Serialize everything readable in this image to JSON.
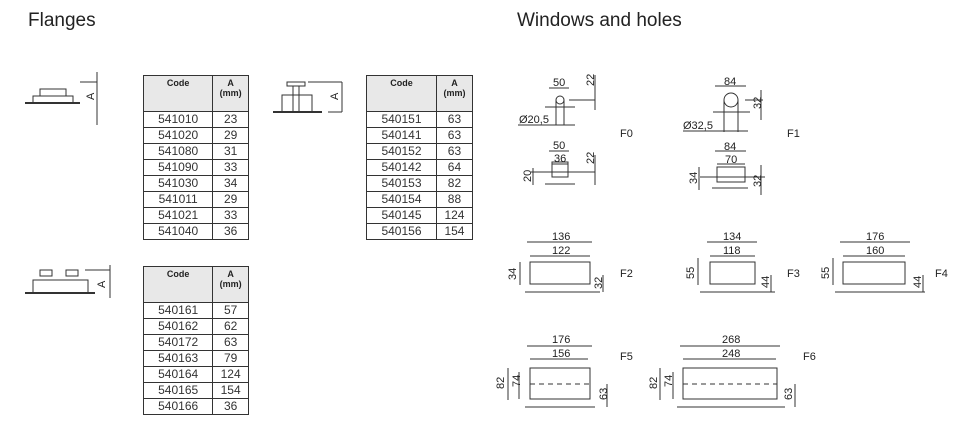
{
  "headings": {
    "flanges": "Flanges",
    "windows": "Windows and holes"
  },
  "columns": {
    "code": "Code",
    "a": "A",
    "mm": "(mm)"
  },
  "dim_letter": "A",
  "tables": [
    {
      "rows": [
        [
          "541010",
          "23"
        ],
        [
          "541020",
          "29"
        ],
        [
          "541080",
          "31"
        ],
        [
          "541090",
          "33"
        ],
        [
          "541030",
          "34"
        ],
        [
          "541011",
          "29"
        ],
        [
          "541021",
          "33"
        ],
        [
          "541040",
          "36"
        ]
      ]
    },
    {
      "rows": [
        [
          "540151",
          "63"
        ],
        [
          "540141",
          "63"
        ],
        [
          "540152",
          "63"
        ],
        [
          "540142",
          "64"
        ],
        [
          "540153",
          "82"
        ],
        [
          "540154",
          "88"
        ],
        [
          "540145",
          "124"
        ],
        [
          "540156",
          "154"
        ]
      ]
    },
    {
      "rows": [
        [
          "540161",
          "57"
        ],
        [
          "540162",
          "62"
        ],
        [
          "540172",
          "63"
        ],
        [
          "540163",
          "79"
        ],
        [
          "540164",
          "124"
        ],
        [
          "540165",
          "154"
        ],
        [
          "540166",
          "36"
        ]
      ]
    }
  ],
  "windows": {
    "F0": {
      "label": "F0",
      "top": {
        "w": "50",
        "h": "22",
        "d": "Ø20,5"
      },
      "bottom": {
        "w": "50",
        "iw": "36",
        "h": "22",
        "ih": "20"
      }
    },
    "F1": {
      "label": "F1",
      "top": {
        "w": "84",
        "h": "32",
        "d": "Ø32,5"
      },
      "bottom": {
        "w": "84",
        "iw": "70",
        "h": "32",
        "ih": "34"
      }
    },
    "F2": {
      "label": "F2",
      "w": "136",
      "iw": "122",
      "ih": "34",
      "h": "32"
    },
    "F3": {
      "label": "F3",
      "w": "134",
      "iw": "118",
      "ih": "55",
      "h": "44"
    },
    "F4": {
      "label": "F4",
      "w": "176",
      "iw": "160",
      "ih": "55",
      "h": "44"
    },
    "F5": {
      "label": "F5",
      "w": "176",
      "iw": "156",
      "oh": "82",
      "ih": "74",
      "h": "63"
    },
    "F6": {
      "label": "F6",
      "w": "268",
      "iw": "248",
      "oh": "82",
      "ih": "74",
      "h": "63"
    }
  }
}
